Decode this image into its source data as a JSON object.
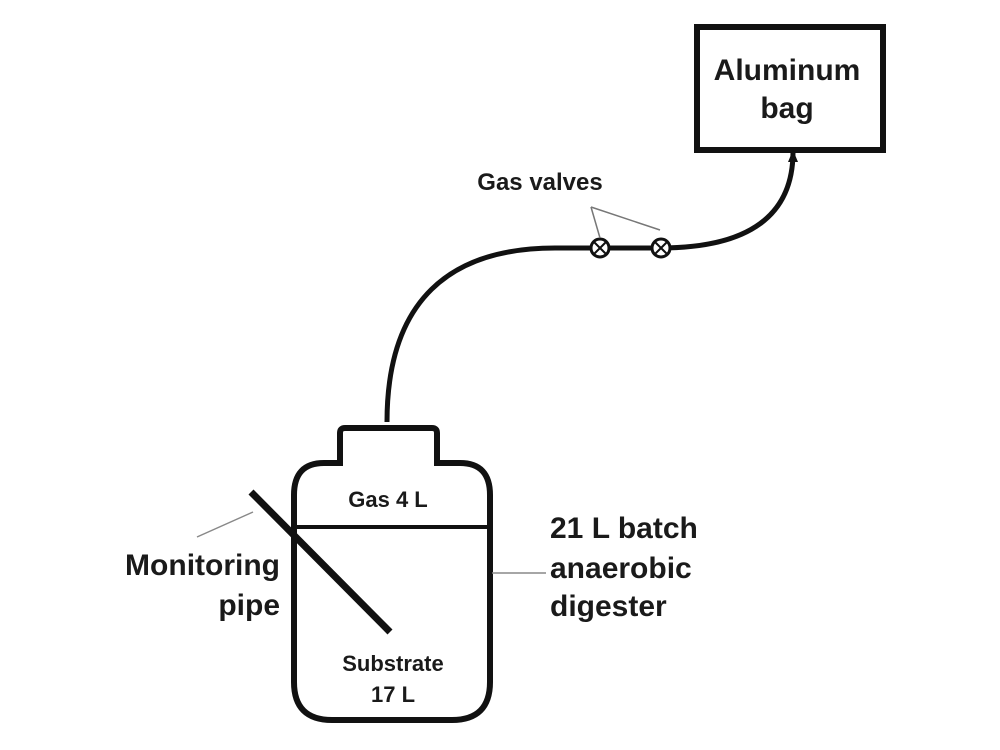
{
  "diagram": {
    "bag": {
      "line1": "Aluminum",
      "line2": "bag"
    },
    "valves": {
      "label": "Gas valves"
    },
    "digester": {
      "gas_label": "Gas 4 L",
      "substrate_line1": "Substrate",
      "substrate_line2": "17 L",
      "label_line1": "21 L batch",
      "label_line2": "anaerobic",
      "label_line3": "digester"
    },
    "pipe": {
      "line1": "Monitoring",
      "line2": "pipe"
    }
  }
}
